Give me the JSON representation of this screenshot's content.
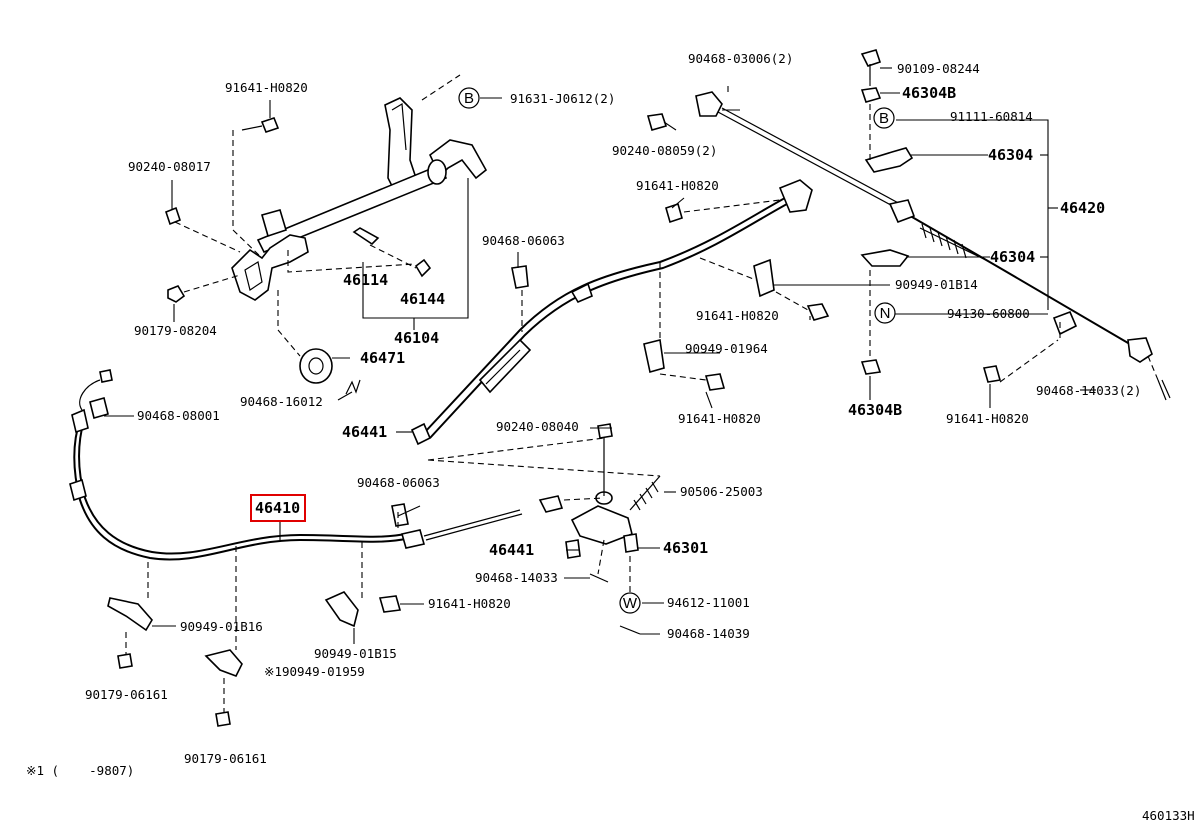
{
  "highlight_color": "#e00000",
  "labels": {
    "p91641_h0820_a": "91641-H0820",
    "p91631_j0612": "91631-J0612(2)",
    "p90240_08017": "90240-08017",
    "p90179_08204": "90179-08204",
    "p46114": "46114",
    "p46144": "46144",
    "p46104": "46104",
    "p46471": "46471",
    "p90468_16012": "90468-16012",
    "p90468_08001": "90468-08001",
    "p46441_a": "46441",
    "p46441_b": "46441",
    "p46410": "46410",
    "p90468_06063_a": "90468-06063",
    "p90468_06063_b": "90468-06063",
    "p90240_08040": "90240-08040",
    "p90506_25003": "90506-25003",
    "p46301": "46301",
    "p90468_14033_a": "90468-14033",
    "p94612_11001": "94612-11001",
    "p90468_14039": "90468-14039",
    "p91641_h0820_b": "91641-H0820",
    "p90949_01b16": "90949-01B16",
    "p90949_01b15": "90949-01B15",
    "p90179_06161_a": "90179-06161",
    "p90949_01959": "※190949-01959",
    "p90179_06161_b": "90179-06161",
    "p90468_03006": "90468-03006(2)",
    "p90240_08059": "90240-08059(2)",
    "p91641_h0820_c": "91641-H0820",
    "p91641_h0820_d": "91641-H0820",
    "p90949_01964": "90949-01964",
    "p91641_h0820_e": "91641-H0820",
    "p90109_08244": "90109-08244",
    "p46304b_a": "46304B",
    "p91111_60814": "91111-60814",
    "p46304_a": "46304",
    "p46420": "46420",
    "p46304_b": "46304",
    "p90949_01b14": "90949-01B14",
    "p94130_60800": "94130-60800",
    "p46304b_b": "46304B",
    "p91641_h0820_f": "91641-H0820",
    "p90468_14033_b": "90468-14033(2)"
  },
  "circle_markers": {
    "b1": "B",
    "b2": "B",
    "n": "N",
    "w": "W"
  },
  "footnote": "※1 (    -9807)",
  "diagram_code": "460133H"
}
